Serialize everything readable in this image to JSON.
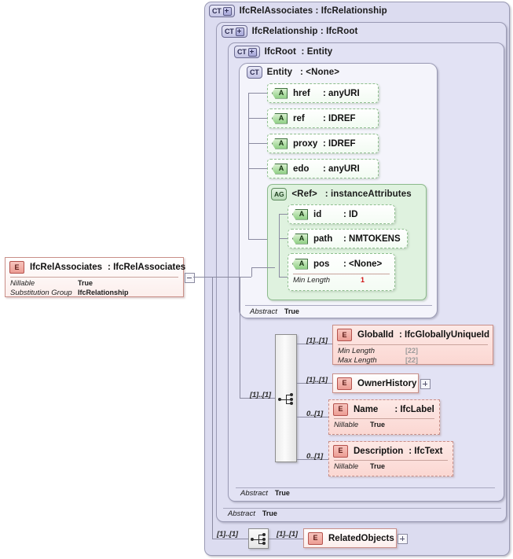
{
  "diagram": {
    "type": "xml-schema-tree",
    "root_element": {
      "icon": "E",
      "name": "IfcRelAssociates",
      "type": "IfcRelAssociates",
      "facets": [
        {
          "key": "Nillable",
          "value": "True"
        },
        {
          "key": "Substitution Group",
          "value": "IfcRelationship"
        }
      ]
    },
    "containers": [
      {
        "icon": "CT+",
        "name": "IfcRelAssociates",
        "type": "IfcRelationship"
      },
      {
        "icon": "CT+",
        "name": "IfcRelationship",
        "type": "IfcRoot"
      },
      {
        "icon": "CT+",
        "name": "IfcRoot",
        "type": "Entity"
      },
      {
        "icon": "CT",
        "name": "Entity",
        "type": "<None>"
      }
    ],
    "attributes": [
      {
        "icon": "A",
        "name": "href",
        "type": "anyURI"
      },
      {
        "icon": "A",
        "name": "ref",
        "type": "IDREF"
      },
      {
        "icon": "A",
        "name": "proxy",
        "type": "IDREF"
      },
      {
        "icon": "A",
        "name": "edo",
        "type": "anyURI"
      }
    ],
    "attribute_group": {
      "icon": "AG",
      "name": "<Ref>",
      "type": "instanceAttributes",
      "members": [
        {
          "icon": "A",
          "name": "id",
          "type": "ID",
          "facets": []
        },
        {
          "icon": "A",
          "name": "path",
          "type": "NMTOKENS",
          "facets": []
        },
        {
          "icon": "A",
          "name": "pos",
          "type": "<None>",
          "facets": [
            {
              "key": "Min Length",
              "value": "1",
              "style": "red"
            }
          ]
        }
      ]
    },
    "abstract_labels": [
      {
        "key": "Abstract",
        "value": "True"
      },
      {
        "key": "Abstract",
        "value": "True"
      },
      {
        "key": "Abstract",
        "value": "True"
      }
    ],
    "sequence": {
      "icon": "sequence-compositor-icon",
      "incoming_cardinality": "[1]..[1]"
    },
    "child_elements": [
      {
        "icon": "E",
        "name": "GlobalId",
        "type": "IfcGloballyUniqueId",
        "cardinality": "[1]..[1]",
        "dashed": false,
        "expandable": false,
        "facets": [
          {
            "key": "Min Length",
            "value": "[22]",
            "style": "gray"
          },
          {
            "key": "Max Length",
            "value": "[22]",
            "style": "gray"
          }
        ]
      },
      {
        "icon": "E",
        "name": "OwnerHistory",
        "type": "",
        "cardinality": "[1]..[1]",
        "dashed": false,
        "expandable": true,
        "facets": []
      },
      {
        "icon": "E",
        "name": "Name",
        "type": "IfcLabel",
        "cardinality": "0..[1]",
        "dashed": true,
        "expandable": false,
        "facets": [
          {
            "key": "Nillable",
            "value": "True"
          }
        ]
      },
      {
        "icon": "E",
        "name": "Description",
        "type": "IfcText",
        "cardinality": "0..[1]",
        "dashed": true,
        "expandable": false,
        "facets": [
          {
            "key": "Nillable",
            "value": "True"
          }
        ]
      }
    ],
    "bottom_sequence": {
      "icon": "sequence-compositor-icon",
      "incoming_cardinality": "[1]..[1]",
      "outgoing_cardinality": "[1]..[1]"
    },
    "related_element": {
      "icon": "E",
      "name": "RelatedObjects",
      "type": "",
      "expandable": true
    },
    "colors": {
      "complextype_bg": "#dcdcf0",
      "attribute_bg": "#dff2df",
      "element_bg": "#fbd7d2",
      "line": "#8a8aa0",
      "red_facet": "#d01414"
    }
  }
}
